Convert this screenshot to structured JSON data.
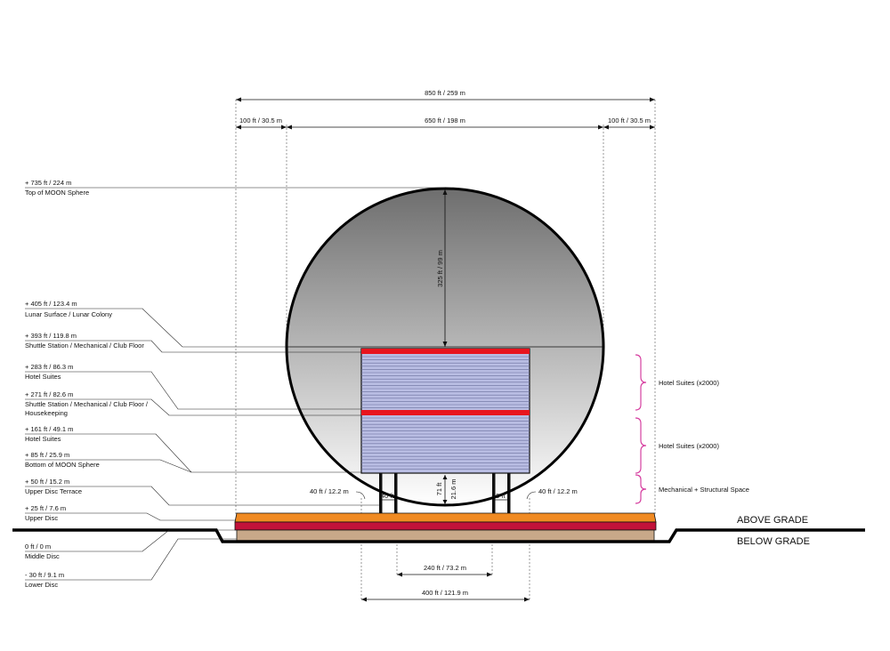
{
  "dimensions": {
    "overall_width": "850 ft / 259 m",
    "left_offset": "100 ft / 30.5 m",
    "sphere_width": "650 ft / 198 m",
    "right_offset": "100 ft / 30.5 m",
    "upper_height": "325 ft / 99 m",
    "leg_left": "40 ft / 12.2 m",
    "leg_right": "40 ft / 12.2 m",
    "leg_width_left": "40 ft",
    "leg_width_right": "40 ft",
    "clear_height_ft": "71 ft",
    "clear_height_m": "21.6 m",
    "inner_span": "240 ft / 73.2 m",
    "outer_span": "400 ft / 121.9 m"
  },
  "levels": [
    {
      "elevation": "+ 735 ft / 224 m",
      "name": "Top of MOON Sphere"
    },
    {
      "elevation": "+ 405 ft / 123.4 m",
      "name": "Lunar Surface / Lunar Colony"
    },
    {
      "elevation": "+ 393 ft / 119.8 m",
      "name": "Shuttle Station / Mechanical / Club Floor"
    },
    {
      "elevation": "+ 283 ft / 86.3 m",
      "name": "Hotel Suites"
    },
    {
      "elevation": "+ 271 ft / 82.6 m",
      "name": "Shuttle Station / Mechanical / Club Floor /",
      "name2": "Housekeeping"
    },
    {
      "elevation": "+ 161 ft / 49.1 m",
      "name": "Hotel Suites"
    },
    {
      "elevation": "+ 85 ft / 25.9 m",
      "name": "Bottom of MOON Sphere"
    },
    {
      "elevation": "+ 50 ft / 15.2 m",
      "name": "Upper Disc Terrace"
    },
    {
      "elevation": "+ 25 ft / 7.6 m",
      "name": "Upper Disc"
    },
    {
      "elevation": "0 ft / 0 m",
      "name": "Middle Disc"
    },
    {
      "elevation": "- 30 ft / 9.1 m",
      "name": "Lower Disc"
    }
  ],
  "zones": [
    {
      "label": "Hotel Suites (x2000)"
    },
    {
      "label": "Hotel Suites (x2000)"
    },
    {
      "label": "Mechanical + Structural Space"
    }
  ],
  "grade": {
    "above": "ABOVE GRADE",
    "below": "BELOW GRADE"
  },
  "colors": {
    "sphere_stroke": "#000000",
    "sphere_top": "#6e6e6e",
    "sphere_bottom": "#ffffff",
    "suites": "#b9bde3",
    "suite_lines": "#6a6f9c",
    "club_floor": "#e8141e",
    "zone_brace": "#d63fa0",
    "upper_disc": "#f08a22",
    "middle_disc": "#c2123a",
    "lower_disc": "#c8a889",
    "ground": "#000000"
  }
}
